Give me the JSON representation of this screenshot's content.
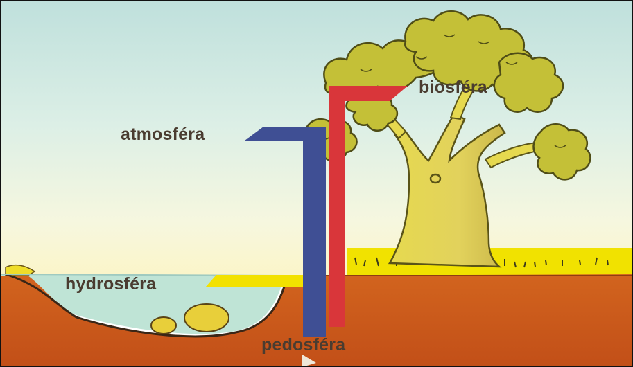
{
  "labels": {
    "atmosphere": "atmosféra",
    "biosphere": "biosféra",
    "hydrosphere": "hydrosféra",
    "pedosphere": "pedosféra"
  },
  "colors": {
    "atmosphere": "#3f4f94",
    "biosphere": "#d9363a",
    "hydrosphere": "#f2e100",
    "pedosphere": "#c95a1c",
    "sky": "#c6e2dc",
    "water": "#bfe4d6",
    "foliage": "#c4c037",
    "trunk": "#e2d45a"
  }
}
